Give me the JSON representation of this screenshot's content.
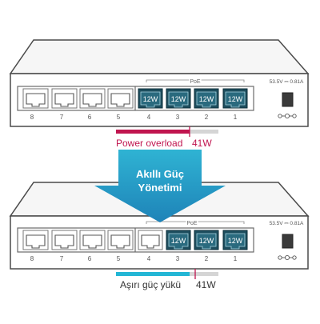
{
  "colors": {
    "overload_red": "#c0154f",
    "managed_cyan": "#23b6d5",
    "bar_track": "#d5d5d5",
    "marker_red": "#c0154f",
    "arrow_top": "#2fb3d3",
    "arrow_bottom": "#1e83b8",
    "poe_port_fill": "#1d4e5e",
    "chassis_stroke": "#4a4a4a"
  },
  "top_switch": {
    "poe_label": "PoE",
    "spec_label": "53.5V ⎓ 0.81A",
    "port_numbers": [
      "8",
      "7",
      "6",
      "5",
      "4",
      "3",
      "2",
      "1"
    ],
    "poe_ports": [
      "12W",
      "12W",
      "12W",
      "12W"
    ],
    "power_bar": {
      "label": "Power overload",
      "limit": "41W",
      "fill_fraction": 0.72
    }
  },
  "arrow": {
    "line1": "Akıllı Güç",
    "line2": "Yönetimi"
  },
  "bottom_switch": {
    "poe_label": "PoE",
    "spec_label": "53.5V ⎓ 0.81A",
    "port_numbers": [
      "8",
      "7",
      "6",
      "5",
      "4",
      "3",
      "2",
      "1"
    ],
    "poe_ports": [
      "12W",
      "12W",
      "12W"
    ],
    "power_bar": {
      "label": "Aşırı güç yükü",
      "limit": "41W",
      "fill_fraction": 0.72
    }
  }
}
